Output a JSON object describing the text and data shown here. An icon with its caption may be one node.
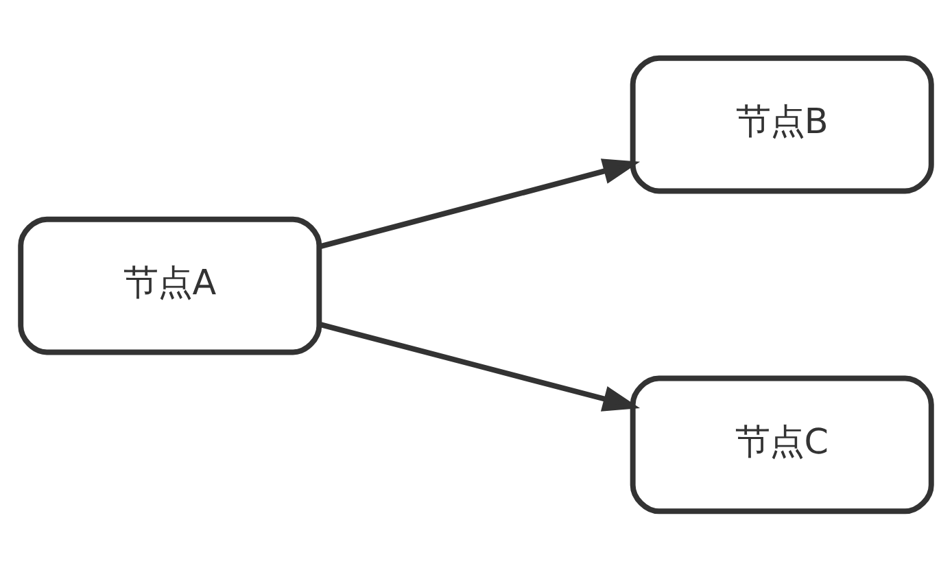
{
  "diagram": {
    "nodes": [
      {
        "text": [
          "节点A"
        ]
      },
      {
        "text": [
          "节点B"
        ]
      },
      {
        "text": [
          "节点C"
        ]
      }
    ],
    "edges": [
      {
        "from": 0,
        "to": 1,
        "arrow": "to"
      },
      {
        "from": 0,
        "to": 2,
        "arrow": "to"
      }
    ]
  }
}
